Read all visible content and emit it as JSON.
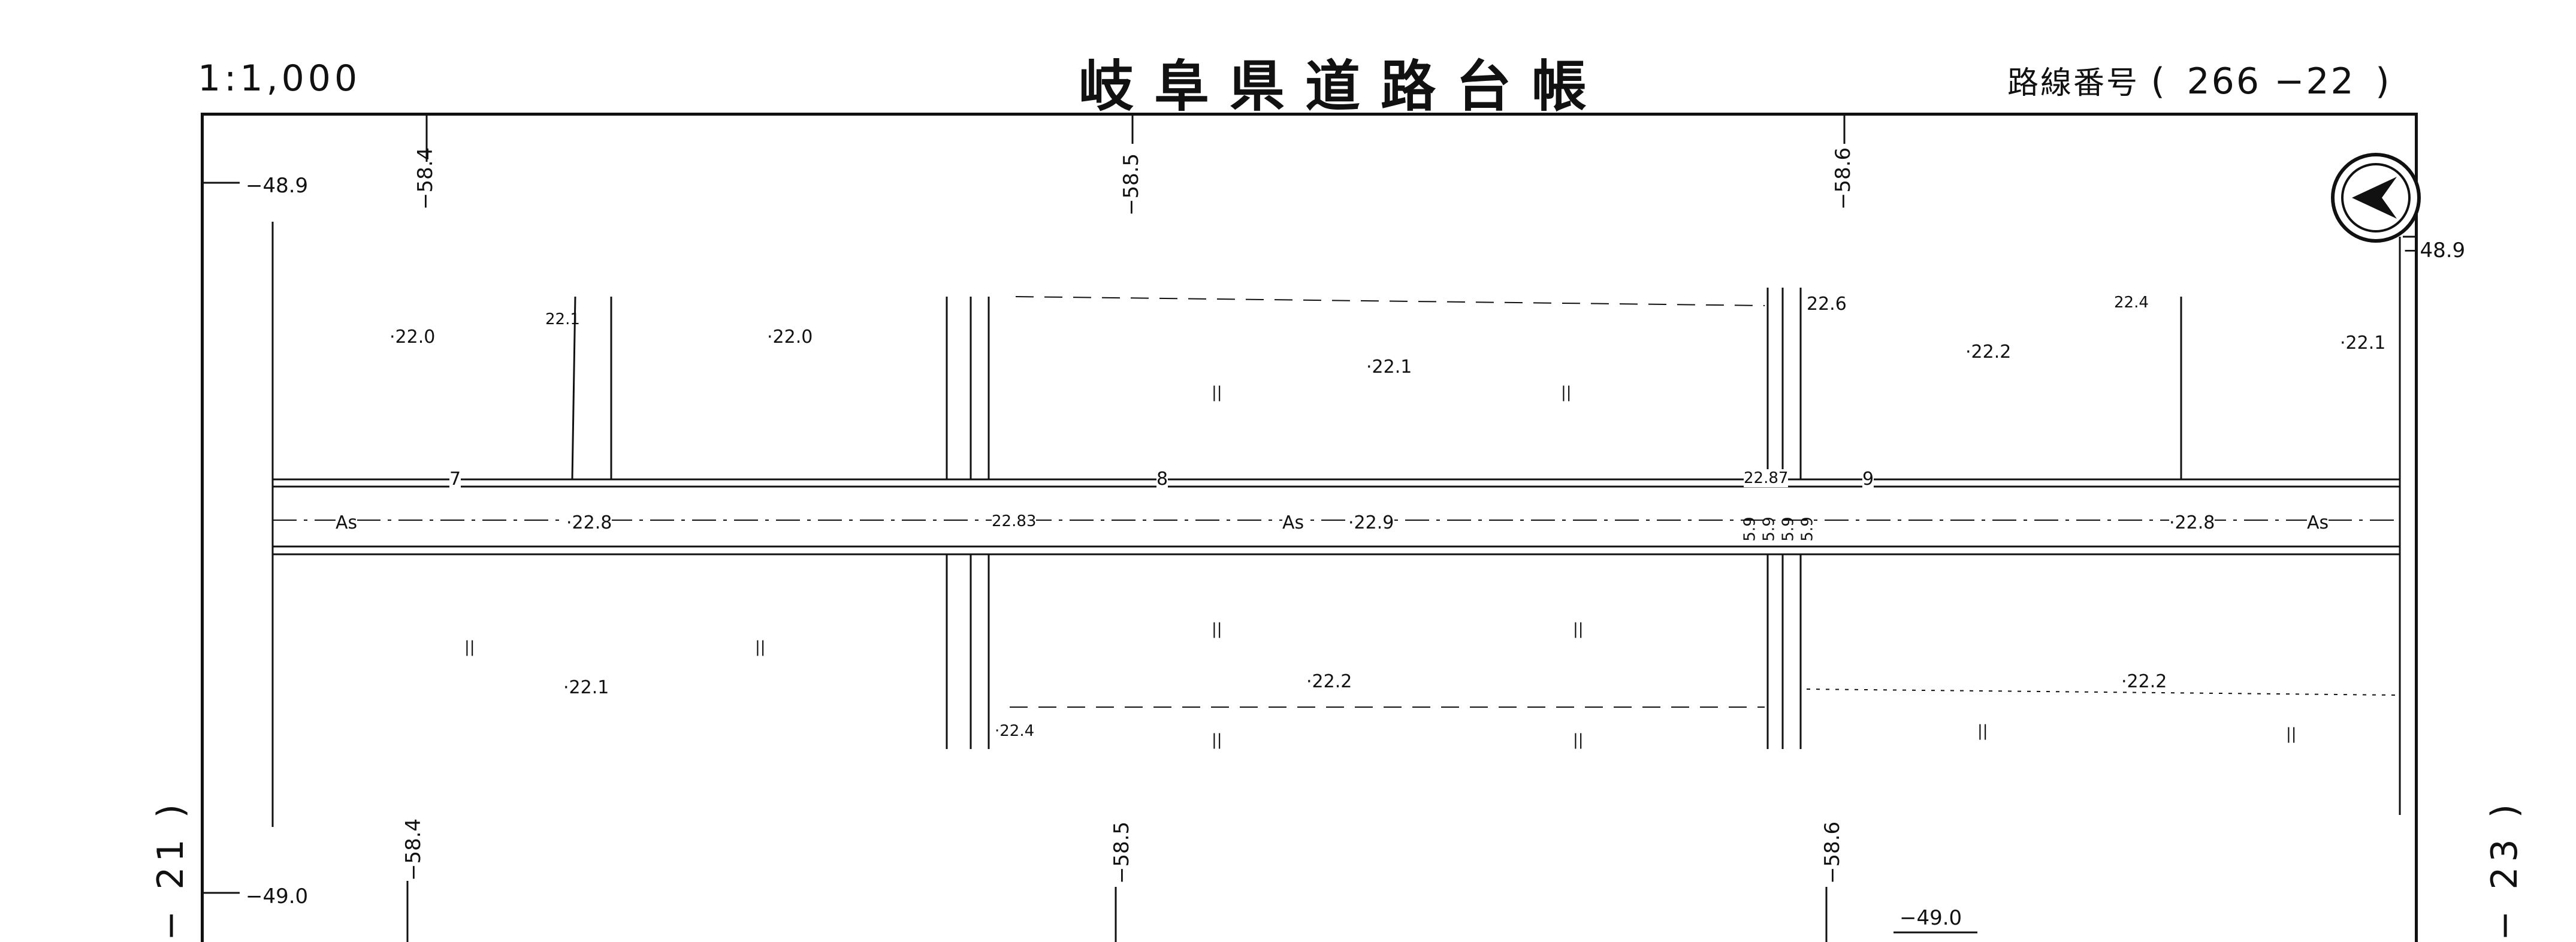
{
  "header": {
    "scale": "1:1,000",
    "title": "岐阜県道路台帳",
    "route_label": "路線番号",
    "route_open": "(",
    "route_number": "266 −22",
    "route_close": ")"
  },
  "grid": {
    "top_left_y": "−48.9",
    "top_right_y": "−48.9",
    "bottom_left_y": "−49.0",
    "bottom_mid_y": "−49.0",
    "top_x": [
      "−58.4",
      "−58.5",
      "−58.6"
    ],
    "bottom_x": [
      "−58.4",
      "−58.5",
      "−58.6"
    ]
  },
  "sheets": {
    "left": "− 21 )",
    "right": "− 23 )"
  },
  "annotations": {
    "elev_top": [
      "·22.0",
      "22.1",
      "·22.0",
      "·22.1",
      "22.6",
      "·22.2",
      "22.4",
      "·22.1"
    ],
    "elev_bottom": [
      "·22.1",
      "·22.2",
      "·22.4",
      "·22.2"
    ],
    "centerline": [
      "As",
      "·22.8",
      "22.83",
      "As",
      "·22.9",
      "22.87",
      "·22.8",
      "As"
    ],
    "lane_marks": [
      "7",
      "8",
      "9"
    ],
    "widths": [
      "5.9",
      "5.9",
      "5.9",
      "5.9"
    ],
    "ditto": "||"
  },
  "north_arrow": "north-arrow"
}
